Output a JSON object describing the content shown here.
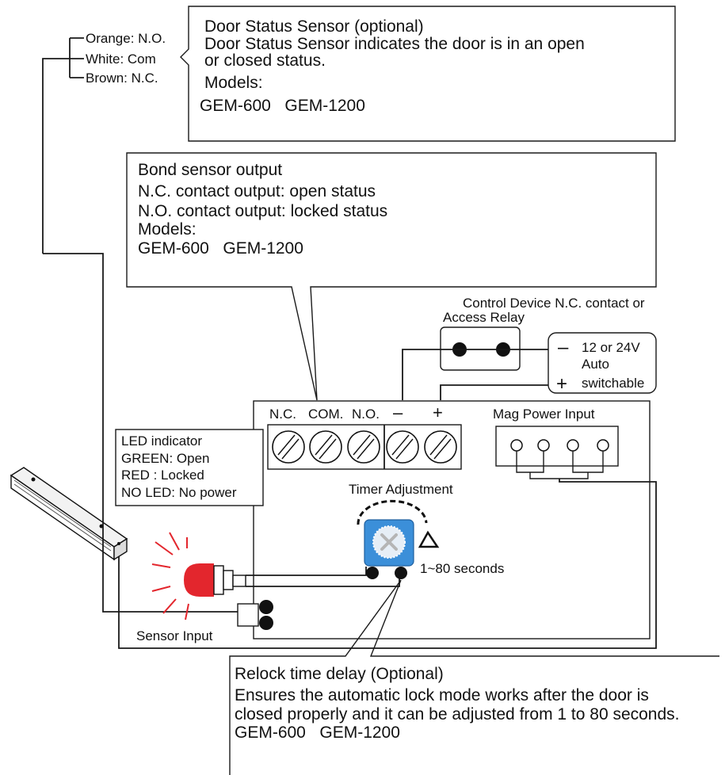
{
  "wire_legend": {
    "orange": "Orange: N.O.",
    "white": "White: Com",
    "brown": "Brown: N.C."
  },
  "door_sensor_callout": {
    "title": "Door Status Sensor (optional)",
    "line1": "Door Status Sensor indicates the door is in an open",
    "line2": "or closed status.",
    "models_label": "Models:",
    "models": "GEM-600   GEM-1200"
  },
  "bond_callout": {
    "title": "Bond sensor output",
    "line1": "N.C. contact output: open status",
    "line2": "N.O. contact output: locked status",
    "models_label": "Models:",
    "models": "GEM-600   GEM-1200"
  },
  "control_device": {
    "line1": "Control Device N.C. contact or",
    "line2": "Access Relay"
  },
  "power_supply": {
    "minus": "–",
    "plus": "+",
    "line1": "12 or 24V",
    "line2": "Auto",
    "line3": "switchable"
  },
  "terminal_labels": {
    "nc": "N.C.",
    "com": "COM.",
    "no": "N.O.",
    "minus": "–",
    "plus": "+"
  },
  "mag_power": "Mag Power Input",
  "led_indicator": {
    "title": "LED indicator",
    "green": "GREEN: Open",
    "red": "RED : Locked",
    "none": "NO LED: No power"
  },
  "timer": {
    "label": "Timer Adjustment",
    "range": "1~80 seconds"
  },
  "sensor_input": "Sensor Input",
  "relock_callout": {
    "title": "Relock time delay (Optional)",
    "line1": "Ensures the automatic lock mode works after the door is",
    "line2": "closed properly and it can be adjusted from 1 to 80 seconds.",
    "models": "GEM-600   GEM-1200"
  },
  "colors": {
    "led_red": "#e3262d",
    "timer_blue": "#3b8fd9",
    "wire": "#1a1a1a"
  }
}
